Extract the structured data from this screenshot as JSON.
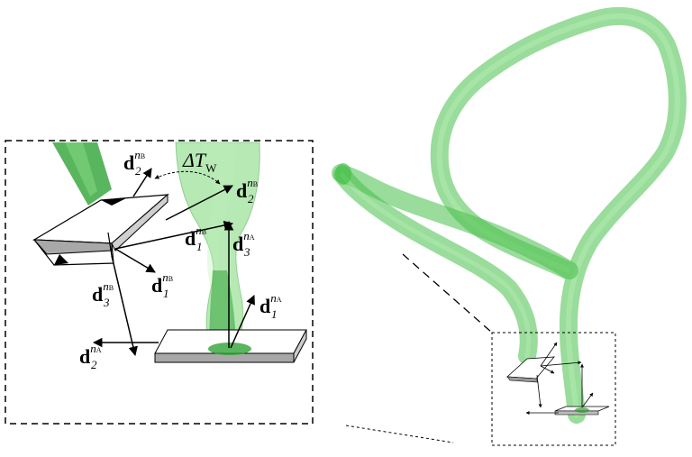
{
  "labels": {
    "d2_nb_top": {
      "base": "d",
      "sub": "2",
      "sup": "n",
      "supsub": "B"
    },
    "delta_tw": {
      "delta": "Δ",
      "T": "T",
      "sub": "W"
    },
    "d2_nb_right": {
      "base": "d",
      "sub": "2",
      "sup": "n",
      "supsub": "B"
    },
    "d1_nb_mid": {
      "base": "d",
      "sub": "1",
      "sup": "n",
      "supsub": "B"
    },
    "d3_na": {
      "base": "d",
      "sub": "3",
      "sup": "n",
      "supsub": "A"
    },
    "d1_nb_low": {
      "base": "d",
      "sub": "1",
      "sup": "n",
      "supsub": "B"
    },
    "d3_nb": {
      "base": "d",
      "sub": "3",
      "sup": "n",
      "supsub": "B"
    },
    "d1_na": {
      "base": "d",
      "sub": "1",
      "sup": "n",
      "supsub": "A"
    },
    "d2_na": {
      "base": "d",
      "sub": "2",
      "sup": "n",
      "supsub": "A"
    }
  },
  "colors": {
    "tube": "#3fbf3f",
    "tube_dark": "#1f8f2a",
    "box_stroke": "#000000",
    "plate_fill": "#ffffff",
    "plate_edge": "#9a9a9a"
  }
}
